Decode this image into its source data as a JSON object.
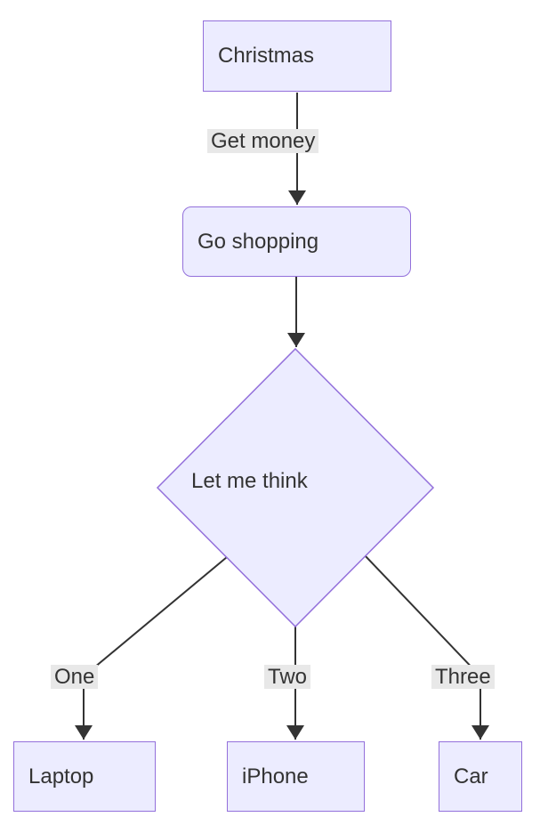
{
  "diagram": {
    "type": "flowchart",
    "direction": "top-down",
    "colors": {
      "node_fill": "#ECECFF",
      "node_border": "#9370DB",
      "edge": "#333333",
      "text": "#333333",
      "edge_label_bg": "#e8e8e8",
      "background": "#ffffff"
    },
    "nodes": [
      {
        "id": "christmas",
        "label": "Christmas",
        "shape": "rectangle"
      },
      {
        "id": "go-shopping",
        "label": "Go shopping",
        "shape": "rounded-rectangle"
      },
      {
        "id": "let-me-think",
        "label": "Let me think",
        "shape": "diamond"
      },
      {
        "id": "laptop",
        "label": "Laptop",
        "shape": "rectangle"
      },
      {
        "id": "iphone",
        "label": "iPhone",
        "shape": "rectangle"
      },
      {
        "id": "car",
        "label": "Car",
        "shape": "rectangle"
      }
    ],
    "edges": [
      {
        "from": "christmas",
        "to": "go-shopping",
        "label": "Get money"
      },
      {
        "from": "go-shopping",
        "to": "let-me-think",
        "label": ""
      },
      {
        "from": "let-me-think",
        "to": "laptop",
        "label": "One"
      },
      {
        "from": "let-me-think",
        "to": "iphone",
        "label": "Two"
      },
      {
        "from": "let-me-think",
        "to": "car",
        "label": "Three"
      }
    ]
  }
}
